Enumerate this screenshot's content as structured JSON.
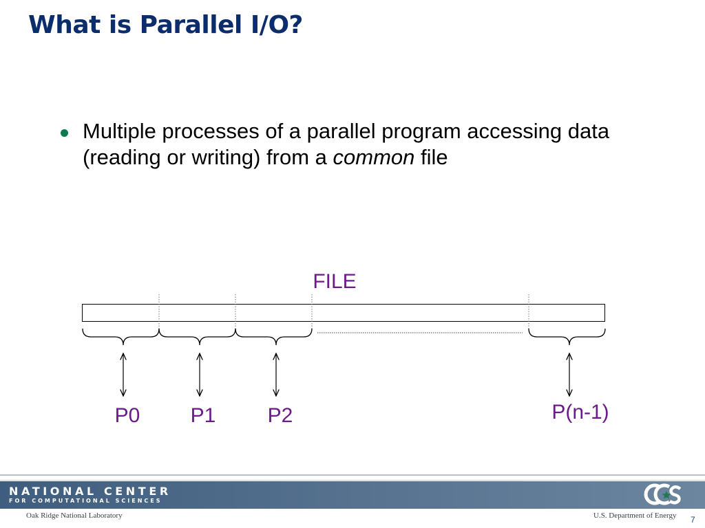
{
  "slide": {
    "title": "What is Parallel I/O?",
    "bullets": [
      {
        "before": "Multiple processes of a parallel program accessing data (reading or writing) from a ",
        "emphasis": "common",
        "after": " file"
      }
    ]
  },
  "diagram": {
    "file_label": "FILE",
    "processes": [
      "P0",
      "P1",
      "P2",
      "P(n-1)"
    ]
  },
  "footer": {
    "org_line1": "NATIONAL CENTER",
    "org_line2": "FOR COMPUTATIONAL SCIENCES",
    "lab": "Oak Ridge National Laboratory",
    "dept": "U.S. Department of Energy",
    "page_number": "7"
  },
  "colors": {
    "title": "#0b2d6b",
    "bullet": "#0e7a4f",
    "diagram_label": "#6b1a8a",
    "footer_band_start": "#3f5d7e",
    "footer_band_end": "#6c869f",
    "logo": "#1d7a52"
  },
  "icons": {
    "bullet": "bullet-dot-icon",
    "logo": "ccs-logo-icon"
  }
}
